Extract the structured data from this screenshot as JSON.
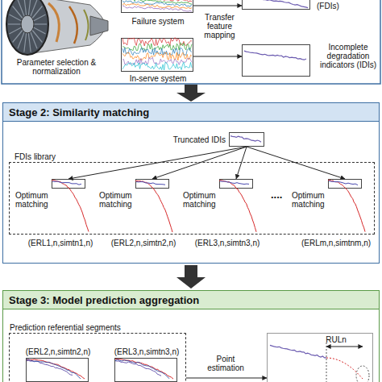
{
  "diagram": {
    "nodes": [
      {
        "text": [
          "Failure system"
        ]
      },
      {
        "text": [
          "(FDIs)"
        ]
      },
      {
        "text": [
          "In-serve system"
        ]
      },
      {
        "text": [
          "Incomplete degradation indicators (IDIs)"
        ]
      },
      {
        "text": [
          "Stage 2: Similarity matching"
        ]
      },
      {
        "text": [
          "Truncated IDIs"
        ],
        "in": 4
      },
      {
        "text": [
          "FDIs library"
        ],
        "in": 4
      },
      {
        "text": [
          "Optimum matching"
        ],
        "in": 6
      },
      {
        "text": [
          "Optimum matching"
        ],
        "in": 6
      },
      {
        "text": [
          "Optimum matching"
        ],
        "in": 6
      },
      {
        "text": [
          "Optimum matching"
        ],
        "in": 6
      },
      {
        "text": [
          "Stage 3: Model prediction aggregation"
        ]
      },
      {
        "text": [
          "Prediction referential segments"
        ],
        "in": 11
      },
      {
        "text": [
          "(ERL2,n,simtn2,n)"
        ],
        "in": 12
      },
      {
        "text": [
          "(ERL3,n,simtn3,n)"
        ],
        "in": 12
      },
      {
        "text": [
          "RULn"
        ],
        "in": 11
      }
    ],
    "edges": [
      {
        "from": 0,
        "to": 1,
        "arrow": "to"
      },
      {
        "from": 2,
        "to": 3,
        "arrow": "to"
      },
      {
        "from": 5,
        "to": 7,
        "arrow": "to"
      },
      {
        "from": 5,
        "to": 8,
        "arrow": "to"
      },
      {
        "from": 5,
        "to": 9,
        "arrow": "to"
      },
      {
        "from": 5,
        "to": 10,
        "arrow": "to"
      },
      {
        "from": 12,
        "to": 15,
        "label": "Point estimation",
        "arrow": "to"
      }
    ],
    "labels": [
      "Parameter selection & normalization",
      "Transfer feature mapping",
      "....",
      "(ERL1,n,simtn1,n)",
      "(ERL2,n,simtn2,n)",
      "(ERL3,n,simtn3,n)",
      "(ERLm,n,simtnm,n)"
    ]
  }
}
